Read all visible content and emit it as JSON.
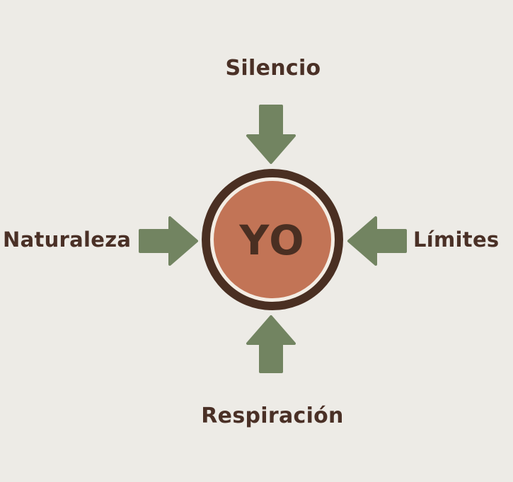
{
  "diagram": {
    "type": "convergence",
    "center": {
      "label": "YO",
      "fill_color": "#c27456",
      "ring_color": "#4a2f22"
    },
    "inputs": [
      {
        "position": "top",
        "label": "Silencio",
        "arrow_direction": "down"
      },
      {
        "position": "left",
        "label": "Naturaleza",
        "arrow_direction": "right"
      },
      {
        "position": "right",
        "label": "Límites",
        "arrow_direction": "left"
      },
      {
        "position": "bottom",
        "label": "Respiración",
        "arrow_direction": "up"
      }
    ],
    "colors": {
      "background": "#edebe6",
      "arrow": "#728461",
      "text": "#4a3026"
    }
  }
}
